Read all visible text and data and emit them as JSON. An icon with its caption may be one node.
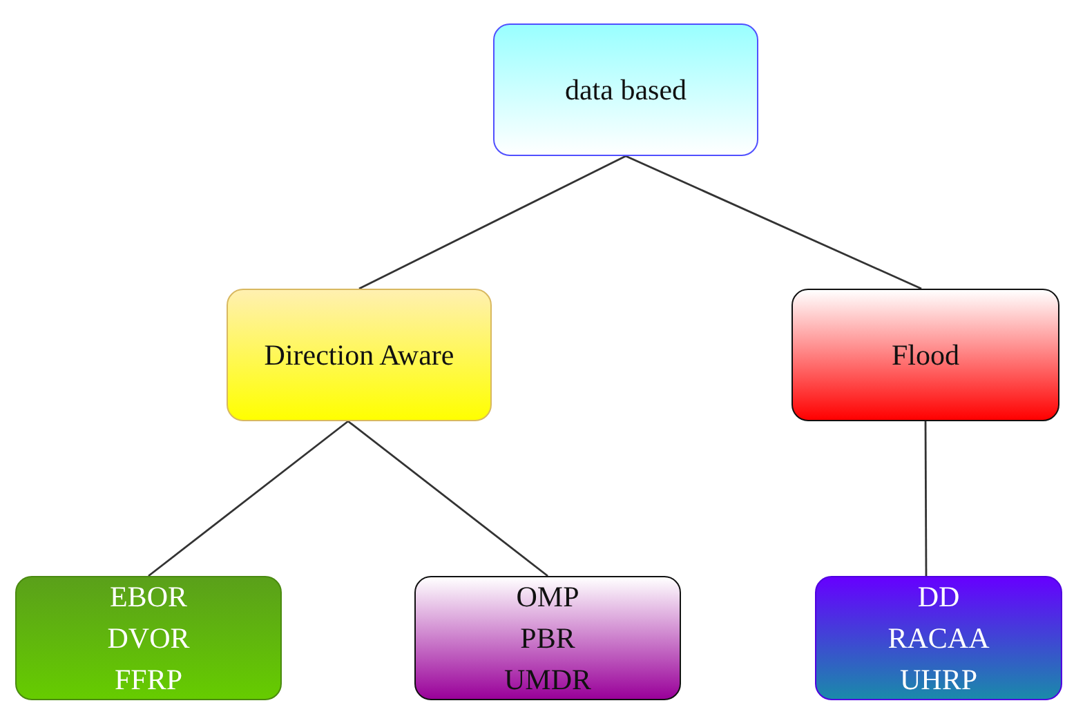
{
  "diagram": {
    "nodes": [
      {
        "text": [
          "data based"
        ]
      },
      {
        "text": [
          "Direction Aware"
        ]
      },
      {
        "text": [
          "Flood"
        ]
      },
      {
        "text": [
          "EBOR",
          "DVOR",
          "FFRP"
        ]
      },
      {
        "text": [
          "OMP",
          "PBR",
          "UMDR"
        ]
      },
      {
        "text": [
          "DD",
          "RACAA",
          "UHRP"
        ]
      }
    ],
    "edges": [
      {
        "from": 0,
        "to": 1,
        "arrow": "none"
      },
      {
        "from": 0,
        "to": 2,
        "arrow": "none"
      },
      {
        "from": 1,
        "to": 3,
        "arrow": "none"
      },
      {
        "from": 1,
        "to": 4,
        "arrow": "none"
      },
      {
        "from": 2,
        "to": 5,
        "arrow": "none"
      }
    ]
  }
}
